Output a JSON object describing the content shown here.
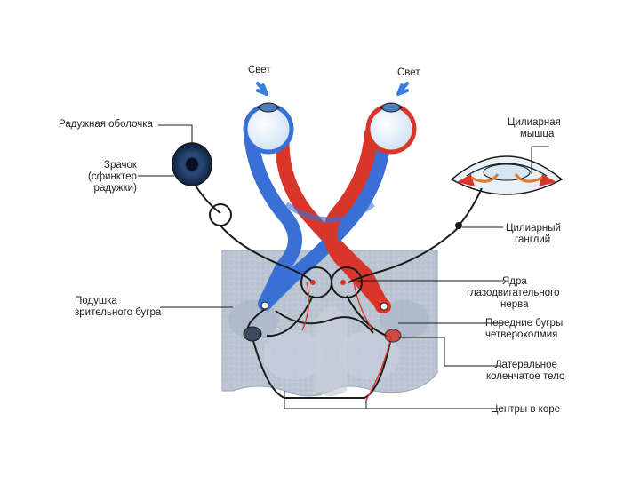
{
  "diagram": {
    "light_left": "Свет",
    "light_right": "Свет",
    "labels_left": {
      "iris": "Радужная оболочка",
      "pupil": [
        "Зрачок",
        "(сфинктер",
        "радужки)"
      ],
      "pulvinar": [
        "Подушка",
        "зрительного бугра"
      ]
    },
    "labels_right": {
      "ciliary_muscle": [
        "Цилиарная",
        "мышца"
      ],
      "ciliary_ganglion": [
        "Цилиарный",
        "ганглий"
      ],
      "oculomotor_nuclei": [
        "Ядра",
        "глазодвигательного",
        "нерва"
      ],
      "superior_colliculi": [
        "Передние бугры",
        "четверохолмия"
      ],
      "lateral_geniculate": [
        "Латеральное",
        "коленчатое тело"
      ],
      "cortical_centers": "Центры в коре"
    },
    "colors": {
      "blue_tract": "#3a6fd6",
      "red_tract": "#d8362a",
      "brain_tissue": "#b9c3d0",
      "nerve_line": "#1a1a1a",
      "arrow": "#3a7fe0"
    }
  }
}
